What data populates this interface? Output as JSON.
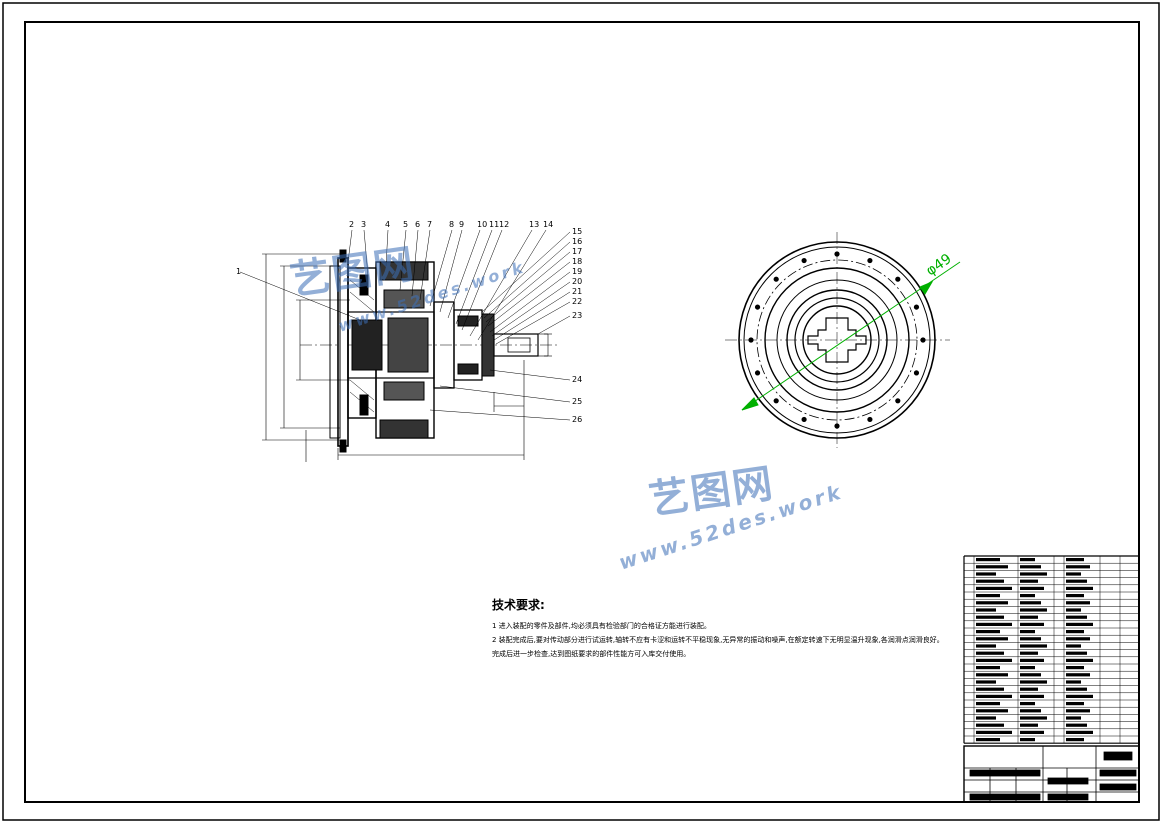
{
  "part_numbers_top": [
    "2",
    "3",
    "4",
    "5",
    "6",
    "7",
    "8",
    "9",
    "10",
    "11",
    "12",
    "13",
    "14"
  ],
  "part_numbers_right": [
    "15",
    "16",
    "17",
    "18",
    "19",
    "20",
    "21",
    "22",
    "23",
    "24",
    "25",
    "26"
  ],
  "part_number_left": "1",
  "dimension_label": "φ49",
  "tech_title": "技术要求:",
  "tech_lines": [
    "1  进入装配的零件及部件,均必须具有检验部门的合格证方能进行装配。",
    "2  装配完成后,要对传动部分进行试运转,轴转不应有卡涩和运转不平稳现象,无异常的振动和噪声,在额定转速下无明显温升现象,各润滑点润滑良好。",
    "完成后进一步检查,达到图纸要求的部件性能方可入库交付使用。"
  ],
  "watermark": {
    "brand": "艺图网",
    "url": "www.52des.work"
  },
  "parts_rows": 26,
  "colors": {
    "line": "#000000",
    "dim_green": "#00b000",
    "watermark": "#3c6fb8"
  }
}
